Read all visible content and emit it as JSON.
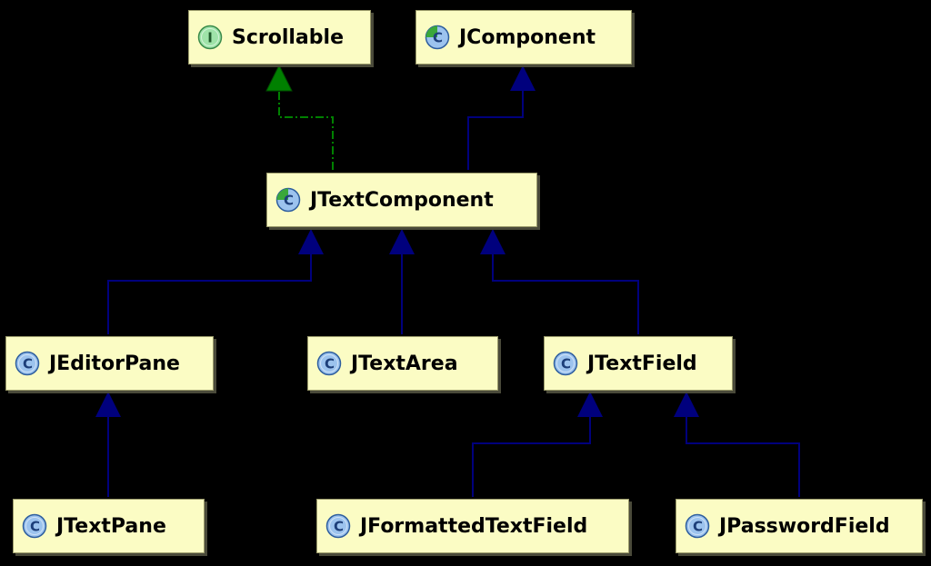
{
  "diagram": {
    "background": "#000000",
    "node_fill": "#fbfcc4",
    "extends_color": "#00007d",
    "implements_color": "#008000",
    "nodes": {
      "scrollable": {
        "label": "Scrollable",
        "kind": "interface",
        "icon": "interface-icon",
        "badge_letter": "I"
      },
      "jcomponent": {
        "label": "JComponent",
        "kind": "abstract-class",
        "icon": "abstract-class-icon",
        "badge_letter": "C"
      },
      "jtextcomponent": {
        "label": "JTextComponent",
        "kind": "abstract-class",
        "icon": "abstract-class-icon",
        "badge_letter": "C"
      },
      "jeditorpane": {
        "label": "JEditorPane",
        "kind": "class",
        "icon": "class-icon",
        "badge_letter": "C"
      },
      "jtextarea": {
        "label": "JTextArea",
        "kind": "class",
        "icon": "class-icon",
        "badge_letter": "C"
      },
      "jtextfield": {
        "label": "JTextField",
        "kind": "class",
        "icon": "class-icon",
        "badge_letter": "C"
      },
      "jtextpane": {
        "label": "JTextPane",
        "kind": "class",
        "icon": "class-icon",
        "badge_letter": "C"
      },
      "jformattedtextfield": {
        "label": "JFormattedTextField",
        "kind": "class",
        "icon": "class-icon",
        "badge_letter": "C"
      },
      "jpasswordfield": {
        "label": "JPasswordField",
        "kind": "class",
        "icon": "class-icon",
        "badge_letter": "C"
      }
    },
    "relations": [
      {
        "from": "JTextComponent",
        "to": "Scrollable",
        "type": "implements"
      },
      {
        "from": "JTextComponent",
        "to": "JComponent",
        "type": "extends"
      },
      {
        "from": "JEditorPane",
        "to": "JTextComponent",
        "type": "extends"
      },
      {
        "from": "JTextArea",
        "to": "JTextComponent",
        "type": "extends"
      },
      {
        "from": "JTextField",
        "to": "JTextComponent",
        "type": "extends"
      },
      {
        "from": "JTextPane",
        "to": "JEditorPane",
        "type": "extends"
      },
      {
        "from": "JFormattedTextField",
        "to": "JTextField",
        "type": "extends"
      },
      {
        "from": "JPasswordField",
        "to": "JTextField",
        "type": "extends"
      }
    ]
  }
}
